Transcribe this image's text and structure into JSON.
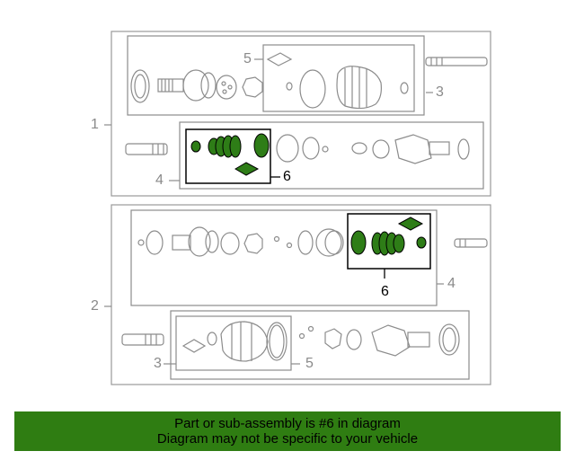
{
  "callouts": {
    "assembly_1": "1",
    "assembly_2": "2",
    "top_boot_kit_label": "5",
    "top_joint_label": "3",
    "top_repair_kit_label": "4",
    "top_highlight_label": "6",
    "bottom_highlight_label": "6",
    "bottom_repair_kit_label": "4",
    "bottom_joint_label": "3",
    "bottom_boot_kit_label": "5"
  },
  "banner": {
    "line1": "Part or sub-assembly is #6 in diagram",
    "line2": "Diagram may not be specific to your vehicle"
  },
  "colors": {
    "highlight": "#2f7d12",
    "part_green": "#2e7d17",
    "line_gray": "#8c8c8c",
    "frame_gray": "#999999"
  }
}
